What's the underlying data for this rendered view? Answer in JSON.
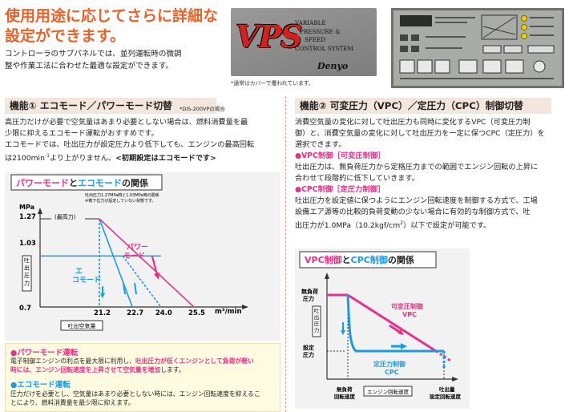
{
  "headline": {
    "line1": "使用用途に応じてさらに詳細な",
    "line2": "設定ができます。"
  },
  "intro": {
    "line1": "コントローラのサブパネルでは、並列運転時の微調",
    "line2": "整や作業工法に合わせた最適な設定ができます。"
  },
  "vps_photo": {
    "logo": "VPS",
    "sub_line1": "VARIABLE",
    "sub_line2": "PRESSURE &",
    "sub_line3": "SPEED",
    "sub_line4": "CONTROL SYSTEM",
    "brand": "Denyo",
    "caption": "*通常はカバーで覆われています。"
  },
  "section1": {
    "title": "機能① エコモード／パワーモード切替",
    "note": "*DIS-200VPの場合",
    "p1_line1": "高圧力だけが必要で空気量はあまり必要としない場合は、燃料消費量を最",
    "p1_line2": "少限に抑えるエコモード運転がおすすめです。",
    "p2_line1": "エコモードでは、吐出圧力が設定圧力より低下しても、エンジンの最高回転",
    "p2_line2_a": "は2100min",
    "p2_line2_sup": "-1",
    "p2_line2_b": "より上がりません。",
    "p2_line2_c": "<初期設定はエコモードです>"
  },
  "chart1": {
    "title_a": "パワーモード",
    "title_and": "と",
    "title_b": "エコモード",
    "title_c": "の関係",
    "note1": "吐出圧力1.27MPa時と1.03MPa時の関係",
    "note2": "※微下位力が設定していない状態です。",
    "ylabel_unit": "MPa",
    "y_high": "1.27",
    "y_high_note": "(最高力)",
    "y_mid": "1.03",
    "y_low": "0.7",
    "y_axis_label": "吐出圧力",
    "x_axis_label": "吐出空気量",
    "x_ticks": [
      "21.2",
      "22.7",
      "24.0",
      "25.5"
    ],
    "x_unit": "m³/min",
    "eco_label": "エコモード",
    "power_label": "パワーモード"
  },
  "legend1": {
    "power_head": "●パワーモード運転",
    "power_line1_a": "電子制御エンジンの利点を最大限に利用し、",
    "power_line1_hl": "吐出圧力が低くエンジンとして負荷が軽い",
    "power_line2_hl": "時には、エンジン回転速度を上昇させて空気量を増加",
    "power_line2_b": "します。",
    "eco_head": "●エコモード運転",
    "eco_line1": "圧力だけを必要とし、空気量はあまり必要としない時には、エンジン回転速度を抑えるこ",
    "eco_line2": "とにより、燃料消費量を最少限に抑えます。"
  },
  "section2": {
    "title": "機能② 可変圧力（VPC）／定圧力（CPC）制御切替",
    "p1_line1": "消費空気量の変化に対して吐出圧力も同時に変化するVPC（可変圧力制",
    "p1_line2": "御）と、消費空気量の変化に対して吐出圧力を一定に保つCPC（定圧力）を",
    "p1_line3": "選択できます。",
    "vpc_head": "●VPC制御［可変圧制御］",
    "vpc_line1": "吐出圧力は、無負荷圧力から定格圧力までの範囲でエンジン回転の上昇に",
    "vpc_line2": "合わせて段階的に低下していきます。",
    "cpc_head": "●CPC制御［定圧力制御］",
    "cpc_line1": "吐出圧力を設定値に保つようにエンジン回転速度を制御する方式で、工場",
    "cpc_line2": "設備エア源等の比較的負荷変動の少ない場合に有効的な制御方式で、吐",
    "cpc_line3_a": "出圧力が1.0MPa（10.2kgf/cm",
    "cpc_line3_sup": "2",
    "cpc_line3_b": "）以下で設定が可能です。"
  },
  "chart2": {
    "title_a": "VPC制御",
    "title_and": "と",
    "title_b": "CPC制御",
    "title_c": "の関係",
    "y_top_l1": "無負荷",
    "y_top_l2": "圧力",
    "y_axis_label": "吐出圧力",
    "y_set_l1": "設定",
    "y_set_l2": "圧力",
    "vpc_label_l1": "可変圧制御",
    "vpc_label_l2": "VPC",
    "cpc_label_l1": "定圧力制御",
    "cpc_label_l2": "CPC",
    "x_left_l1": "無負荷",
    "x_left_l2": "回転速度",
    "x_axis_label": "エンジン回転速度",
    "x_right_l1": "吐出量",
    "x_right_l2": "設定回転速度"
  },
  "colors": {
    "headline": "#e8632a",
    "pink": "#e8308a",
    "blue": "#1a9be0",
    "section_bg": "#f2e6dd"
  }
}
